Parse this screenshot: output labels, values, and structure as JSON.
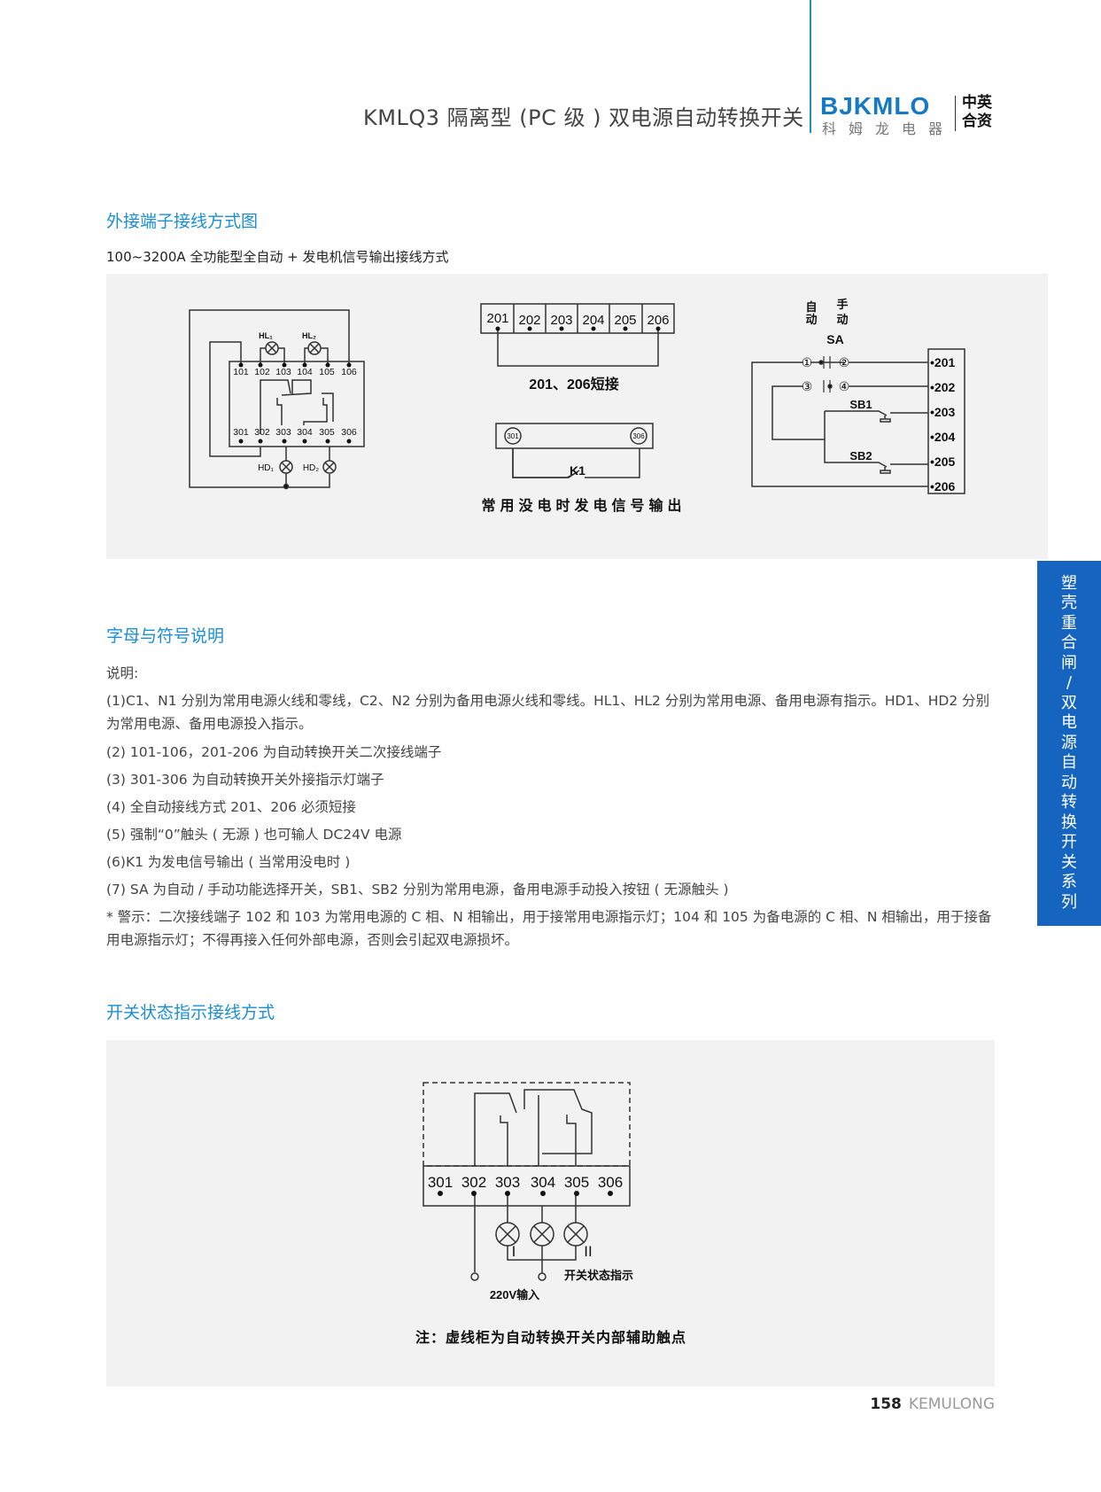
{
  "header": {
    "title": "KMLQ3 隔离型 (PC 级 ) 双电源自动转换开关",
    "logo_en": "BJKMLO",
    "logo_cn": "科姆龙电器",
    "logo_jv_1": "中英",
    "logo_jv_2": "合资"
  },
  "section1": {
    "title": "外接端子接线方式图",
    "subtitle": "100~3200A 全功能型全自动 + 发电机信号输出接线方式",
    "left_diagram": {
      "hl1": "HL₁",
      "hl2": "HL₂",
      "hd1": "HD₁",
      "hd2": "HD₂",
      "top_terminals": [
        "101",
        "102",
        "103",
        "104",
        "105",
        "106"
      ],
      "bottom_terminals": [
        "301",
        "302",
        "303",
        "304",
        "305",
        "306"
      ]
    },
    "mid_diagram": {
      "terminals": [
        "201",
        "202",
        "203",
        "204",
        "205",
        "206"
      ],
      "short_label": "201、206短接",
      "k1_left": "301",
      "k1_right": "306",
      "k1_label": "K1",
      "caption": "常用没电时发电信号输出"
    },
    "right_diagram": {
      "auto_1": "自",
      "auto_2": "动",
      "manual_1": "手",
      "manual_2": "动",
      "sa": "SA",
      "c1": "①",
      "c2": "②",
      "c3": "③",
      "c4": "④",
      "sb1": "SB1",
      "sb2": "SB2",
      "terminals": [
        "•201",
        "•202",
        "•203",
        "•204",
        "•205",
        "•206"
      ]
    }
  },
  "section2": {
    "title": "字母与符号说明",
    "intro": "说明:",
    "items": [
      "(1)C1、N1 分别为常用电源火线和零线，C2、N2 分别为备用电源火线和零线。HL1、HL2 分别为常用电源、备用电源有指示。HD1、HD2 分别为常用电源、备用电源投入指示。",
      "(2) 101-106，201-206 为自动转换开关二次接线端子",
      "(3) 301-306 为自动转换开关外接指示灯端子",
      "(4) 全自动接线方式 201、206 必须短接",
      "(5) 强制“0”触头 ( 无源 ) 也可输人 DC24V 电源",
      "(6)K1 为发电信号输出 ( 当常用没电时 )",
      "(7) SA 为自动 / 手动功能选择开关，SB1、SB2 分别为常用电源，备用电源手动投入按钮 ( 无源触头 )",
      "* 警示：二次接线端子 102 和 103 为常用电源的 C 相、N 相输出，用于接常用电源指示灯；104 和 105 为备电源的 C 相、N 相输出，用于接备用电源指示灯；不得再接入任何外部电源，否则会引起双电源损坏。"
    ]
  },
  "side_tab": [
    "塑",
    "壳",
    "重",
    "合",
    "闸",
    "/",
    "双",
    "电",
    "源",
    "自",
    "动",
    "转",
    "换",
    "开",
    "关",
    "系",
    "列"
  ],
  "section3": {
    "title": "开关状态指示接线方式",
    "terminals": [
      "301",
      "302",
      "303",
      "304",
      "305",
      "306"
    ],
    "roman_1": "I",
    "roman_2": "II",
    "status_label": "开关状态指示",
    "input_label": "220V输入",
    "note": "注：虚线柜为自动转换开关内部辅助触点"
  },
  "footer": {
    "page": "158",
    "brand": "KEMULONG"
  }
}
